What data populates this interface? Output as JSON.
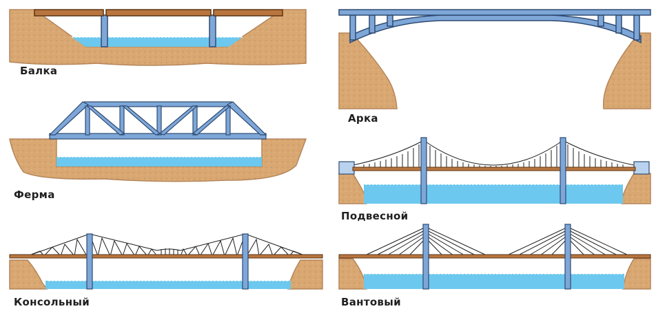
{
  "labels": {
    "beam": "Балка",
    "truss": "Ферма",
    "cantilever": "Консольный",
    "arch": "Арка",
    "suspension": "Подвесной",
    "cable_stayed": "Вантовый"
  },
  "colors": {
    "ground": "#d9a872",
    "ground_edge": "#b5855a",
    "water": "#6cc8ee",
    "water_light": "#b9e6f7",
    "steel": "#7ea7d8",
    "steel_edge": "#2e4a72",
    "deck": "#b8753e",
    "deck_edge": "#5a3414",
    "cable": "#1e1e1e"
  }
}
